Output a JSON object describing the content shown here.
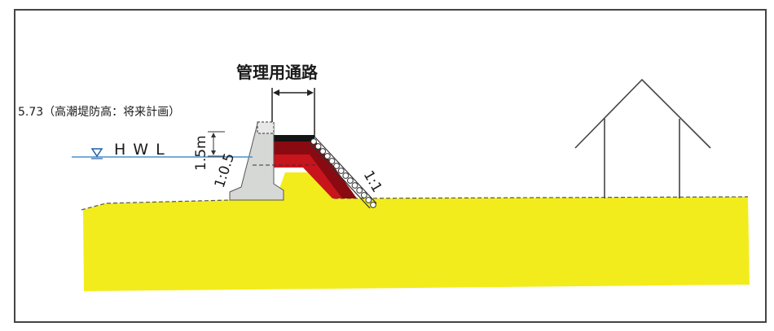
{
  "labels": {
    "road": "管理用通路",
    "crown_height": "5.73（高潮堤防高：将来計画）",
    "hwl": "HWL",
    "height_dim": "1.5m",
    "wall_slope": "1:0.5",
    "embankment_slope": "1:1"
  },
  "colors": {
    "ground": "#f2ec1c",
    "wall": "#d6d8d6",
    "armor_dark": "#8a0a12",
    "armor_red": "#c8141c",
    "pavement": "#141414",
    "water_line": "#4a90c8",
    "hwl_marker": "#1f5fa8",
    "outline": "#333333"
  },
  "icons": {
    "hwl_marker": "inverted-triangle",
    "revetment_blocks": "circle-chain",
    "house": "gable-house-outline"
  }
}
